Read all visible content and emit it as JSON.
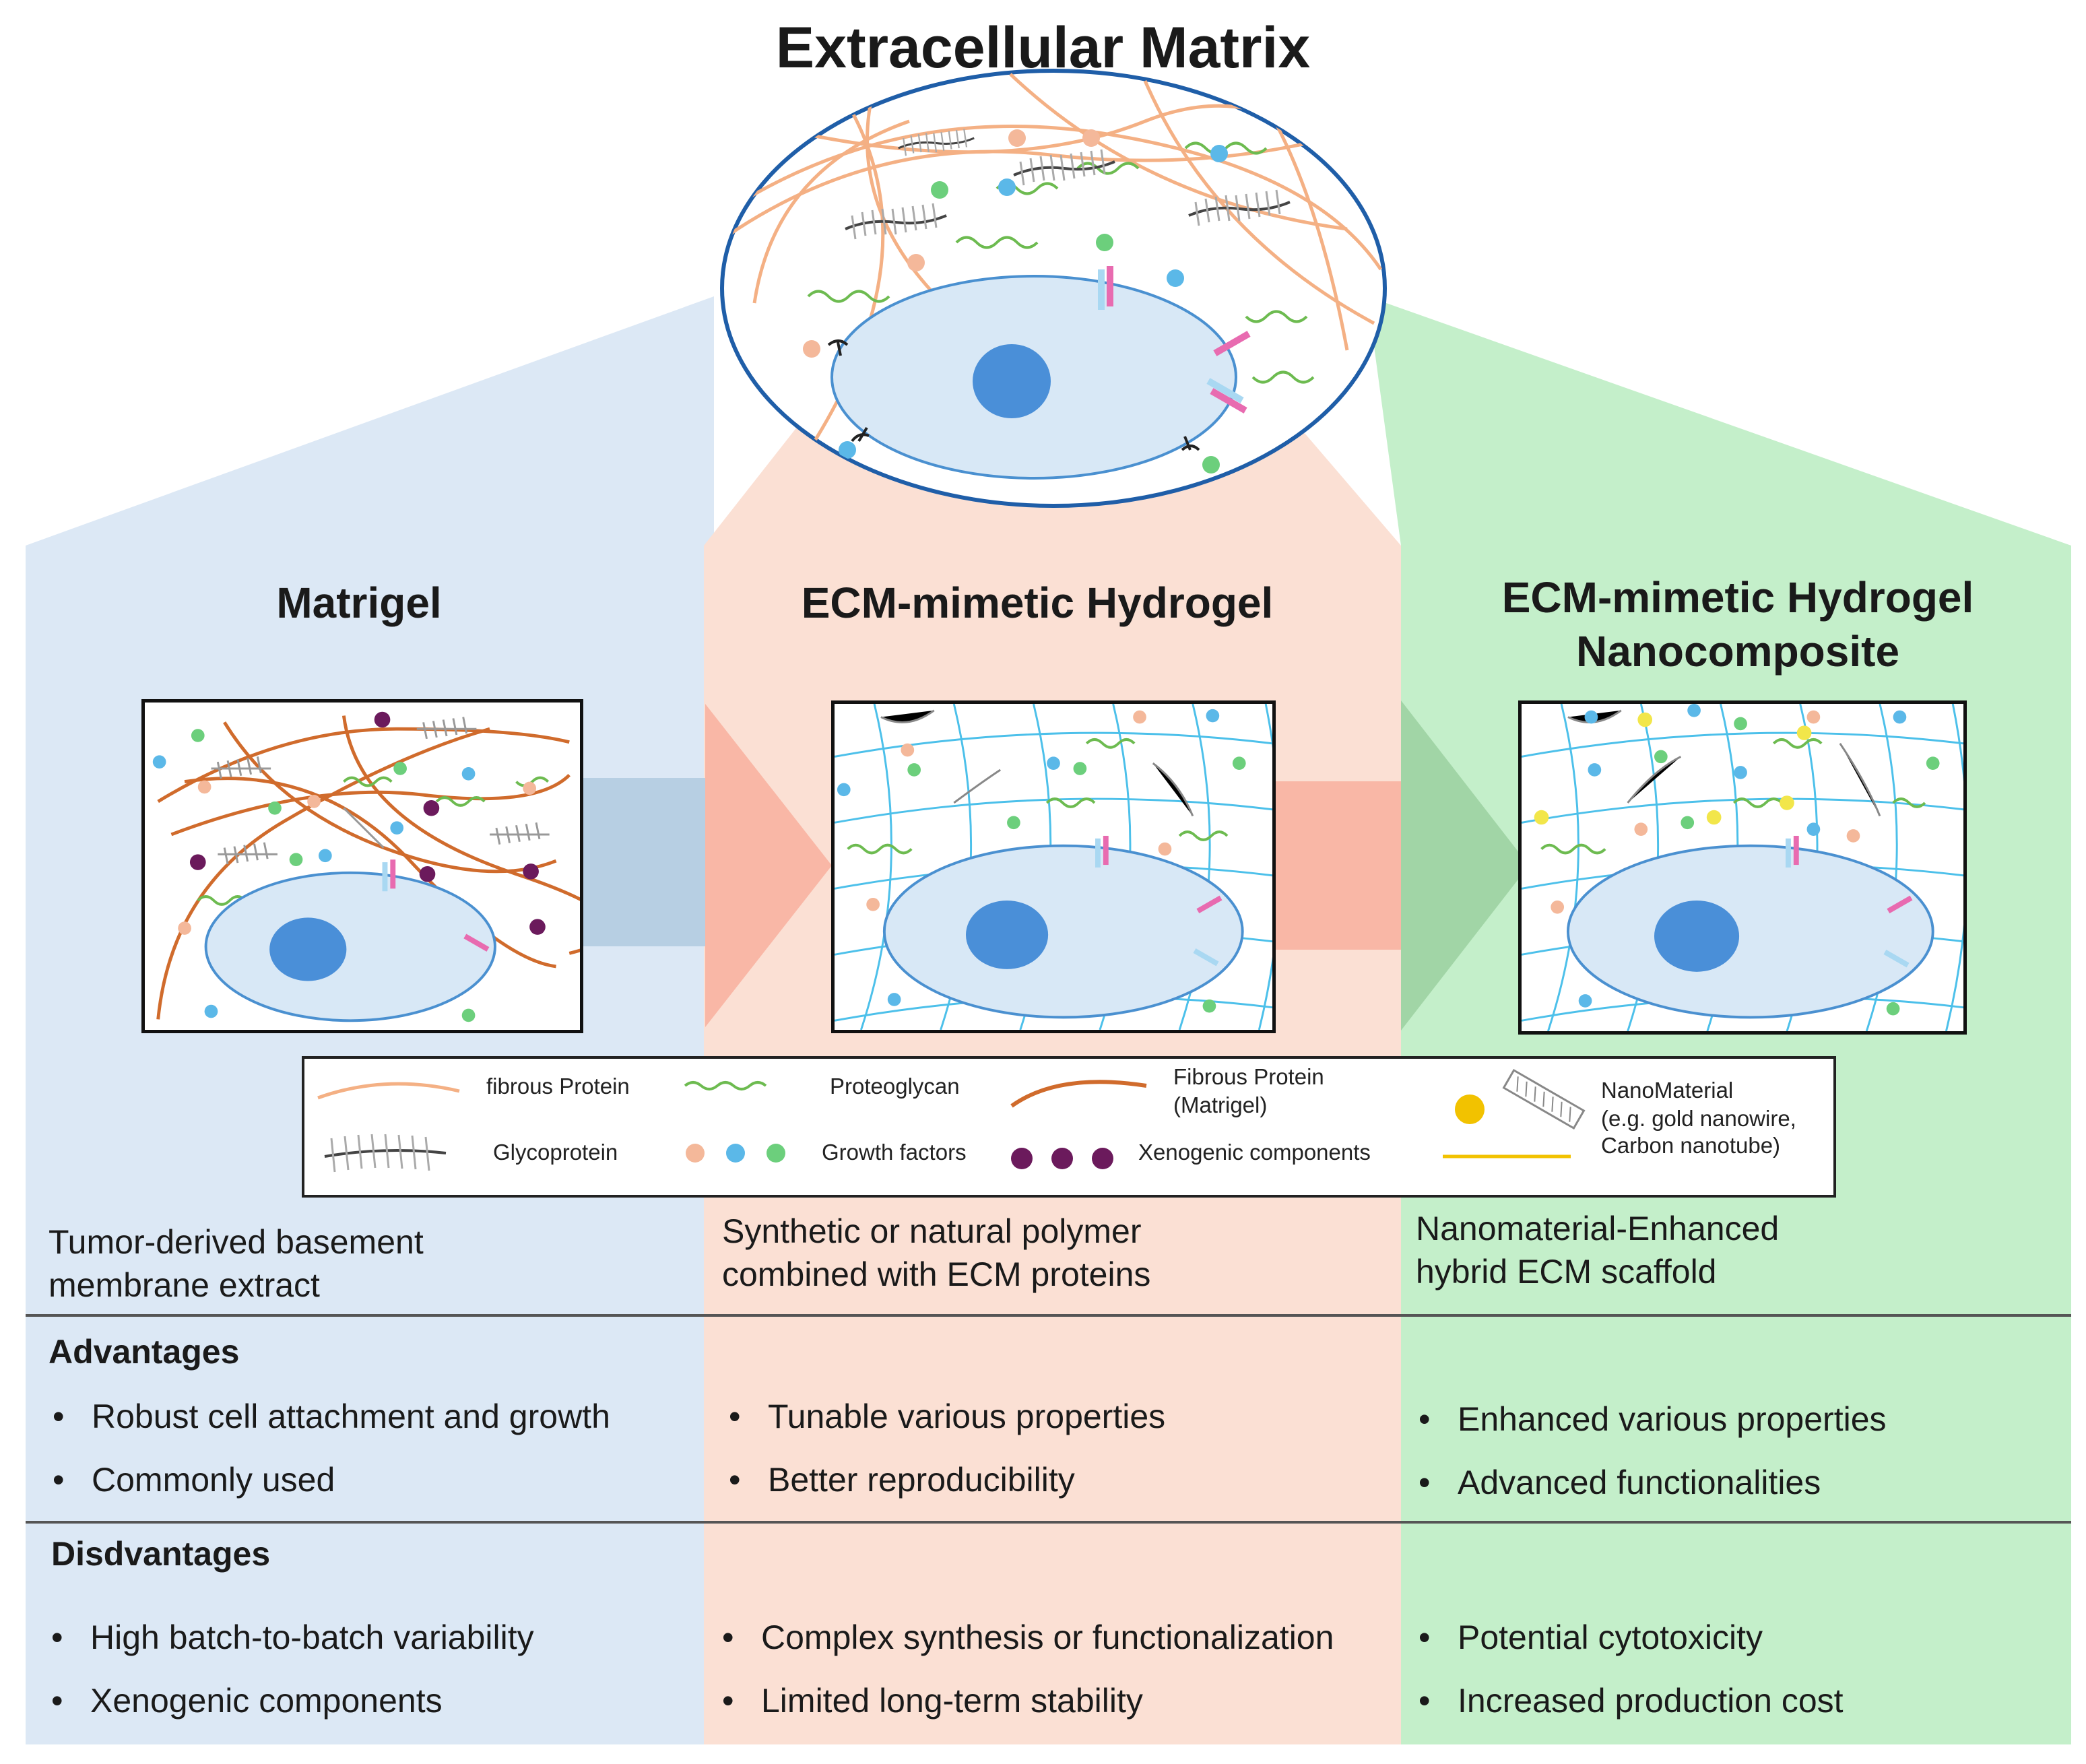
{
  "title": "Extracellular Matrix",
  "columns": [
    {
      "name": "Matrigel",
      "description": [
        "Tumor-derived basement",
        "membrane extract"
      ],
      "advantages": [
        "Robust cell attachment and growth",
        "Commonly used"
      ],
      "disadvantages": [
        "High batch-to-batch variability",
        "Xenogenic components"
      ]
    },
    {
      "name": "ECM-mimetic Hydrogel",
      "description": [
        "Synthetic or natural polymer",
        "combined with ECM proteins"
      ],
      "advantages": [
        "Tunable various properties",
        "Better reproducibility"
      ],
      "disadvantages": [
        "Complex synthesis or functionalization",
        "Limited long-term stability"
      ]
    },
    {
      "name_lines": [
        "ECM-mimetic Hydrogel",
        "Nanocomposite"
      ],
      "description": [
        "Nanomaterial-Enhanced",
        "hybrid ECM scaffold"
      ],
      "advantages": [
        "Enhanced various properties",
        "Advanced functionalities"
      ],
      "disadvantages": [
        "Potential cytotoxicity",
        "Increased production cost"
      ]
    }
  ],
  "section_labels": {
    "advantages": "Advantages",
    "disadvantages": "Disdvantages"
  },
  "legend": {
    "fibrous_protein": "fibrous Protein",
    "proteoglycan": "Proteoglycan",
    "fibrous_protein_matrigel": [
      "Fibrous Protein",
      "(Matrigel)"
    ],
    "nanomaterial": [
      "NanoMaterial",
      "(e.g. gold nanowire,",
      "Carbon nanotube)"
    ],
    "glycoprotein": "Glycoprotein",
    "growth_factors": "Growth factors",
    "xenogenic": "Xenogenic components"
  },
  "colors": {
    "blue_bg": "#dce8f5",
    "peach_bg": "#fbe0d4",
    "green_bg": "#c4efca",
    "fibrous_protein": "#f4b084",
    "matrigel_fiber": "#d06b2c",
    "proteoglycan": "#6dbb50",
    "glycoprotein": "#8a8a8a",
    "growth_factor_1": "#f4b89a",
    "growth_factor_2": "#5bb8e8",
    "growth_factor_3": "#6ccf7c",
    "xenogenic": "#6b1a5c",
    "nanomaterial": "#f2c200",
    "hydrogel_mesh": "#4cc0ea",
    "cell_body": "#d8e8f6",
    "cell_border": "#4a90d0",
    "nucleus": "#4a8fd8"
  }
}
